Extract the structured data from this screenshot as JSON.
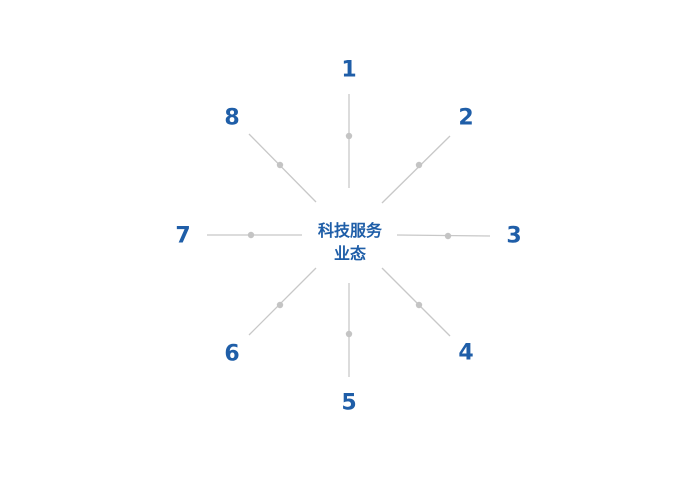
{
  "center": {
    "line1": "科技服务",
    "line2": "业态"
  },
  "spokes": [
    {
      "label": "1"
    },
    {
      "label": "2"
    },
    {
      "label": "3"
    },
    {
      "label": "4"
    },
    {
      "label": "5"
    },
    {
      "label": "6"
    },
    {
      "label": "7"
    },
    {
      "label": "8"
    }
  ],
  "colors": {
    "label": "#1f5ea8",
    "line": "#c8c8c8",
    "dot": "#c4c4c4"
  }
}
